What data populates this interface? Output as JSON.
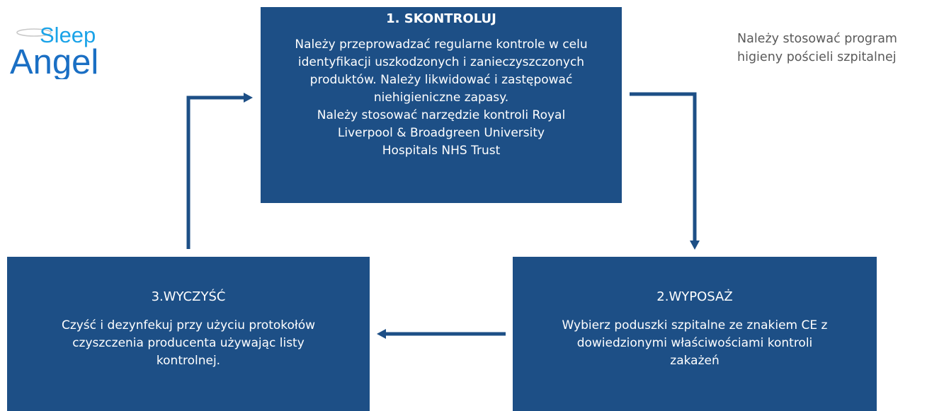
{
  "colors": {
    "box_fill": "#1d4f86",
    "arrow": "#1d4f86",
    "logo_blue": "#1aa3e8",
    "logo_dark": "#1a6fc4",
    "note_text": "#5a5a5a"
  },
  "logo": {
    "word1": "Sleep",
    "word2": "Angel"
  },
  "side_note": {
    "lines": [
      "Należy stosować program",
      "higieny pościeli szpitalnej"
    ]
  },
  "step1": {
    "title": "1.  SKONTROLUJ",
    "body_lines": [
      "Należy przeprowadzać regularne kontrole w celu",
      "identyfikacji uszkodzonych i zanieczyszczonych",
      "produktów. Należy likwidować i zastępować",
      "niehigieniczne zapasy.",
      "Należy stosować narzędzie kontroli Royal",
      "Liverpool & Broadgreen University",
      "Hospitals NHS Trust"
    ]
  },
  "step2": {
    "title": "2.WYPOSAŻ",
    "body_lines": [
      "Wybierz poduszki szpitalne ze znakiem CE z",
      "dowiedzionymi właściwościami kontroli",
      "zakażeń"
    ]
  },
  "step3": {
    "title": "3.WYCZYŚĆ",
    "body_lines": [
      "Czyść i dezynfekuj przy użyciu protokołów",
      "czyszczenia producenta używając listy",
      "kontrolnej."
    ]
  }
}
